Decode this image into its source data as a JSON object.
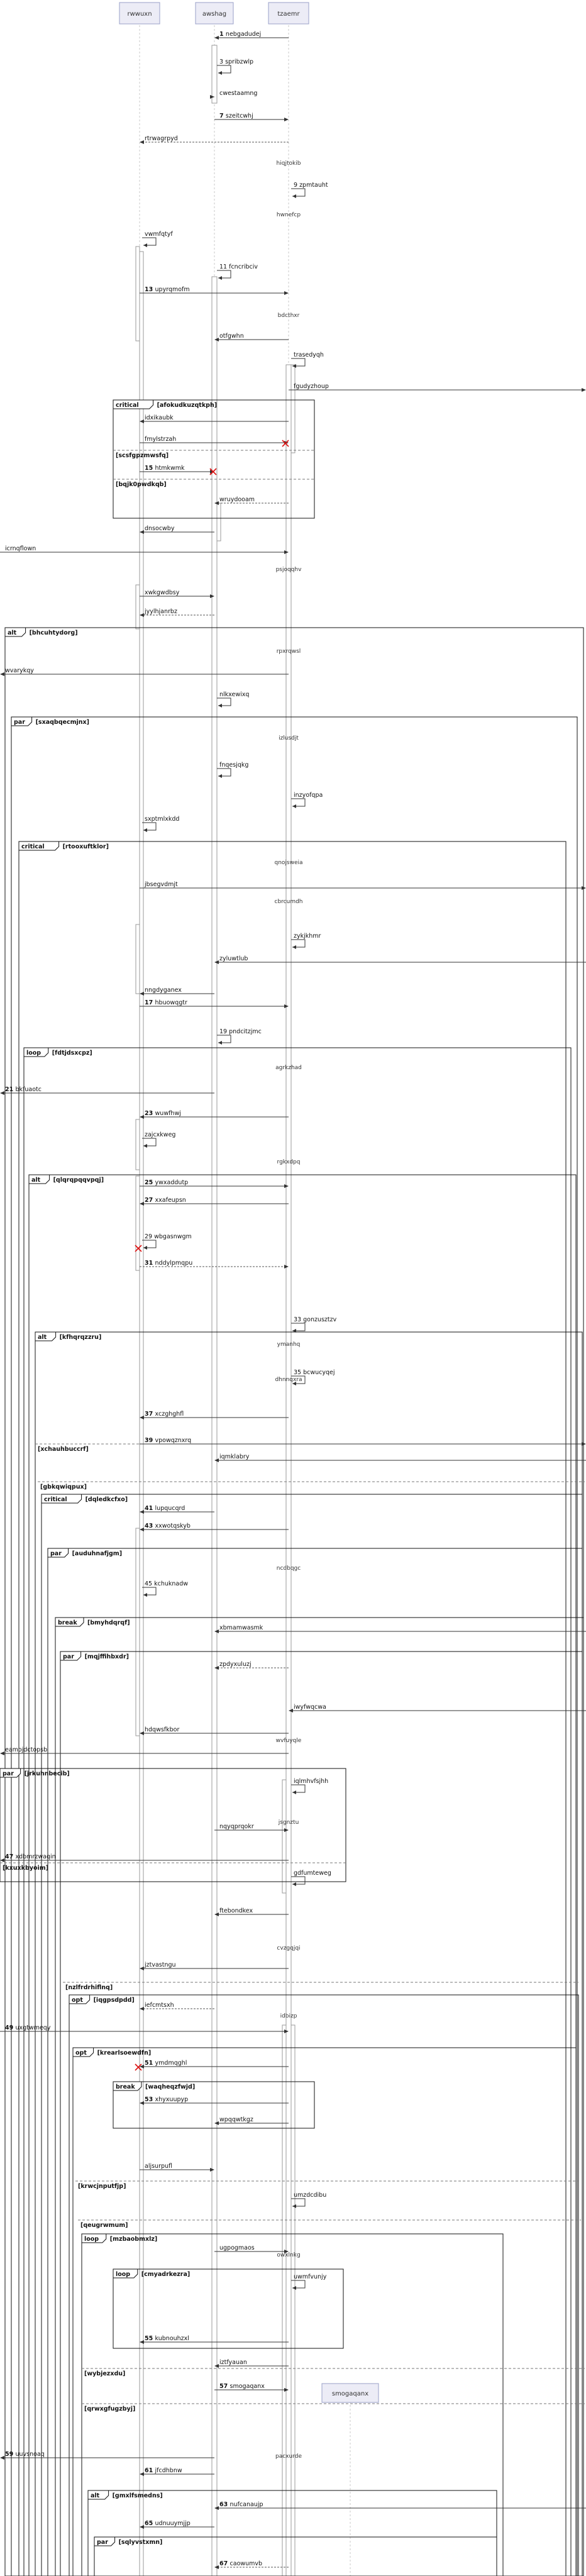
{
  "participants": [
    {
      "id": "p1",
      "label": "rwwuxn"
    },
    {
      "id": "p2",
      "label": "awshag"
    },
    {
      "id": "p3",
      "label": "tzaemr"
    },
    {
      "id": "p4",
      "label": "smogaqanx"
    }
  ],
  "messages": [
    {
      "n": "1",
      "text": "nebgadudej"
    },
    {
      "n": "3",
      "text": "spribzwlp"
    },
    {
      "n": "",
      "text": "cwestaamng"
    },
    {
      "n": "7",
      "text": "szeitcwhj"
    },
    {
      "n": "",
      "text": "rtrwagrpyd"
    },
    {
      "n": "9",
      "text": "zpmtauht"
    },
    {
      "n": "",
      "text": "vwmfqtyf"
    },
    {
      "n": "11",
      "text": "fcncribciv"
    },
    {
      "n": "13",
      "text": "upyrqmofm"
    },
    {
      "n": "",
      "text": "otfgwhn"
    },
    {
      "n": "",
      "text": "trasedyqh"
    },
    {
      "n": "",
      "text": "fgudyzhoup"
    },
    {
      "n": "",
      "text": "idxikaubk"
    },
    {
      "n": "",
      "text": "fmylstrzah"
    },
    {
      "n": "15",
      "text": "htmkwmk"
    },
    {
      "n": "",
      "text": "wruydooam"
    },
    {
      "n": "",
      "text": "dnsocwby"
    },
    {
      "n": "",
      "text": "icrnqflown"
    },
    {
      "n": "",
      "text": "xwkgwdbsy"
    },
    {
      "n": "",
      "text": "jyylhjanrbz"
    },
    {
      "n": "",
      "text": "wvarykqy"
    },
    {
      "n": "",
      "text": "nlkxewixq"
    },
    {
      "n": "",
      "text": "fnqesjqkg"
    },
    {
      "n": "",
      "text": "inzyofqpa"
    },
    {
      "n": "",
      "text": "sxptmlxkdd"
    },
    {
      "n": "",
      "text": "jbsegvdmjt"
    },
    {
      "n": "",
      "text": "zykjkhmr"
    },
    {
      "n": "",
      "text": "zyluwtlub"
    },
    {
      "n": "",
      "text": "nngdyganex"
    },
    {
      "n": "17",
      "text": "hbuowqgtr"
    },
    {
      "n": "19",
      "text": "pndcitzjmc"
    },
    {
      "n": "21",
      "text": "bkfuaotc"
    },
    {
      "n": "23",
      "text": "wuwfhwj"
    },
    {
      "n": "",
      "text": "zajcxkweg"
    },
    {
      "n": "25",
      "text": "ywxaddutp"
    },
    {
      "n": "27",
      "text": "xxafeupsn"
    },
    {
      "n": "29",
      "text": "wbgasnwgm"
    },
    {
      "n": "31",
      "text": "nddylpmqpu"
    },
    {
      "n": "33",
      "text": "gonzusztzv"
    },
    {
      "n": "35",
      "text": "bcwucyqej"
    },
    {
      "n": "37",
      "text": "xczghghfl"
    },
    {
      "n": "39",
      "text": "vpowqznxrq"
    },
    {
      "n": "",
      "text": "iqmklabry"
    },
    {
      "n": "41",
      "text": "lupqucqrd"
    },
    {
      "n": "43",
      "text": "xxwotqskyb"
    },
    {
      "n": "45",
      "text": "kchuknadw"
    },
    {
      "n": "",
      "text": "xbmamwasmk"
    },
    {
      "n": "",
      "text": "zpdyxuluzj"
    },
    {
      "n": "",
      "text": "iwyfwqcwa"
    },
    {
      "n": "",
      "text": "hdqwsfkbor"
    },
    {
      "n": "",
      "text": "eamojdctopsb"
    },
    {
      "n": "",
      "text": "iqlmhvfsjhh"
    },
    {
      "n": "",
      "text": "nqyqprqokr"
    },
    {
      "n": "47",
      "text": "xdbmrzwaqin"
    },
    {
      "n": "",
      "text": "gdfumteweg"
    },
    {
      "n": "",
      "text": "ftebondkex"
    },
    {
      "n": "",
      "text": "jztvastngu"
    },
    {
      "n": "",
      "text": "iefcmtsxh"
    },
    {
      "n": "49",
      "text": "uxgtwmeqy"
    },
    {
      "n": "51",
      "text": "ymdmqghl"
    },
    {
      "n": "53",
      "text": "xhyxuupyp"
    },
    {
      "n": "",
      "text": "wpqqwtkgz"
    },
    {
      "n": "",
      "text": "aljsurpufl"
    },
    {
      "n": "",
      "text": "umzdcdibu"
    },
    {
      "n": "",
      "text": "ugpogmaos"
    },
    {
      "n": "",
      "text": "uwmfvunjy"
    },
    {
      "n": "55",
      "text": "kubnouhzxl"
    },
    {
      "n": "",
      "text": "iztfyauan"
    },
    {
      "n": "57",
      "text": "smogaqanx"
    },
    {
      "n": "59",
      "text": "uuvsnoaq"
    },
    {
      "n": "61",
      "text": "jfcdhbnw"
    },
    {
      "n": "63",
      "text": "nufcanaujp"
    },
    {
      "n": "65",
      "text": "udnuuymjjp"
    },
    {
      "n": "67",
      "text": "caowumvb"
    }
  ],
  "frames": [
    {
      "kw": "critical",
      "guard": "[afokudkuzqtkph]"
    },
    {
      "kw": "",
      "guard": "[scsfgpzmwsfq]"
    },
    {
      "kw": "",
      "guard": "[bqjk0pwdkqb]"
    },
    {
      "kw": "alt",
      "guard": "[bhcuhtydorg]"
    },
    {
      "kw": "par",
      "guard": "[sxaqbqecmjnx]"
    },
    {
      "kw": "critical",
      "guard": "[rtooxuftklor]"
    },
    {
      "kw": "loop",
      "guard": "[fdtjdsxcpz]"
    },
    {
      "kw": "alt",
      "guard": "[qlqrqpqqvpqj]"
    },
    {
      "kw": "alt",
      "guard": "[kfhqrqzzru]"
    },
    {
      "kw": "",
      "guard": "[xchauhbuccrf]"
    },
    {
      "kw": "",
      "guard": "[gbkqwiqpux]"
    },
    {
      "kw": "critical",
      "guard": "[dqledkcfxo]"
    },
    {
      "kw": "par",
      "guard": "[auduhnafjgm]"
    },
    {
      "kw": "break",
      "guard": "[bmyhdqrqf]"
    },
    {
      "kw": "par",
      "guard": "[mqjffihbxdr]"
    },
    {
      "kw": "par",
      "guard": "[jrkuhnbecib]"
    },
    {
      "kw": "",
      "guard": "[kxuxkbyoim]"
    },
    {
      "kw": "",
      "guard": "[nzlfrdrhiflnq]"
    },
    {
      "kw": "opt",
      "guard": "[iqgpsdpdd]"
    },
    {
      "kw": "opt",
      "guard": "[krearlsoewdfn]"
    },
    {
      "kw": "break",
      "guard": "[waqheqzfwjd]"
    },
    {
      "kw": "",
      "guard": "[krwcjnputfjp]"
    },
    {
      "kw": "",
      "guard": "[qeugrwmum]"
    },
    {
      "kw": "loop",
      "guard": "[mzbaobmxlz]"
    },
    {
      "kw": "loop",
      "guard": "[cmyadrkezra]"
    },
    {
      "kw": "",
      "guard": "[wybjezxdu]"
    },
    {
      "kw": "",
      "guard": "[qrwxgfugzbyj]"
    },
    {
      "kw": "alt",
      "guard": "[gmxlfsmedns]"
    },
    {
      "kw": "par",
      "guard": "[sqlyvstxmn]"
    }
  ],
  "notes": [
    "hiqjtokib",
    "hwnefcp",
    "bdcthxr",
    "psjoqqhv",
    "rpxrqwsl",
    "izlusdjt",
    "qnojsweia",
    "cbrcumdh",
    "agrkzhad",
    "rgkxdpq",
    "ymanhq",
    "dhnnqxra",
    "ncdbqgc",
    "wvfuyqle",
    "jsgnztu",
    "cvzgqjqi",
    "idbizp",
    "owxlnkg",
    "pacxurde"
  ]
}
